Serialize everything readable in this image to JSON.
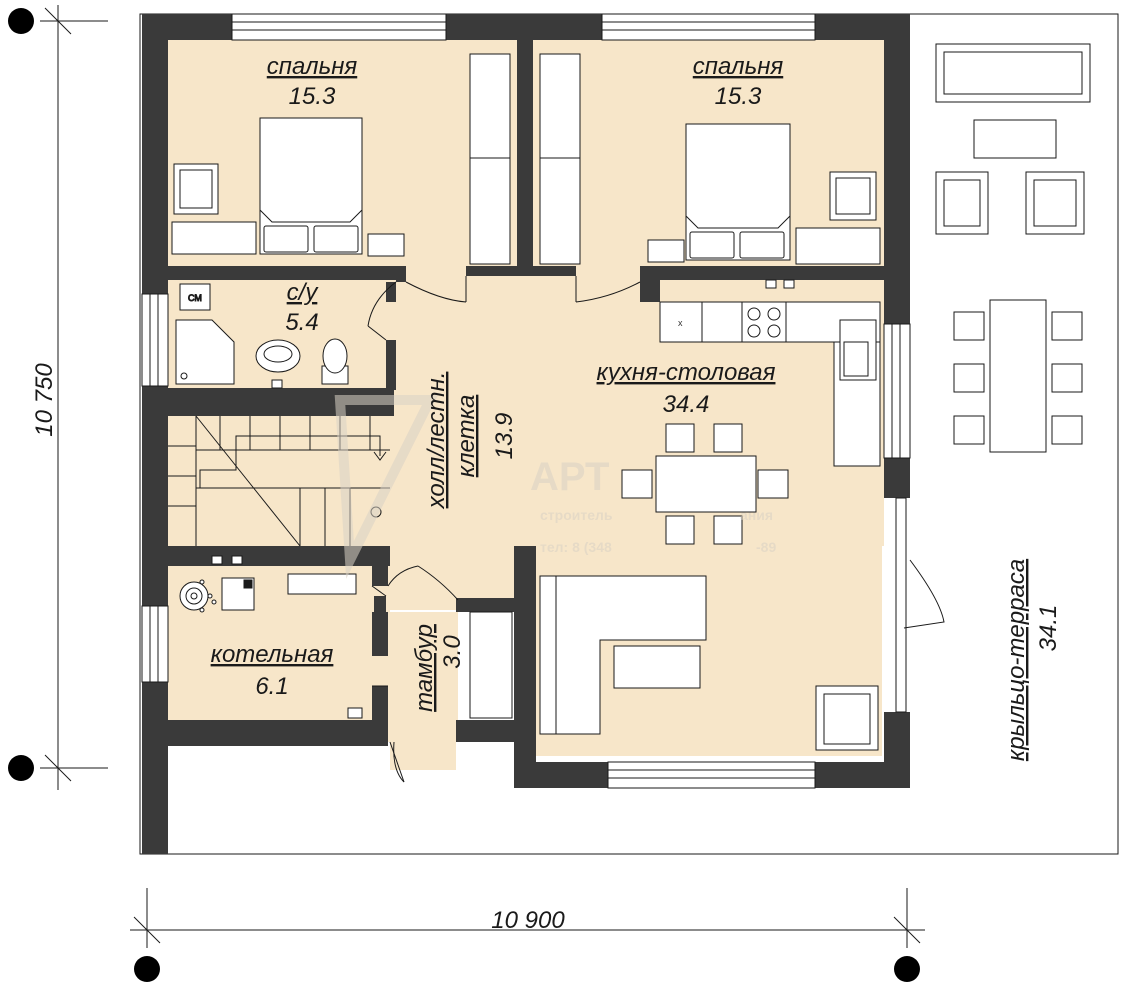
{
  "colors": {
    "wall": "#3a3a3a",
    "floor": "#f7e6c9",
    "line": "#1a1a1a",
    "furniture_fill": "#ffffff",
    "terrace": "#ffffff"
  },
  "rooms": {
    "bedroom_left": {
      "name": "спальня",
      "area": "15.3"
    },
    "bedroom_right": {
      "name": "спальня",
      "area": "15.3"
    },
    "bathroom": {
      "name": "с/у",
      "area": "5.4"
    },
    "hall": {
      "name_line1": "холл/лестн.",
      "name_line2": "клетка",
      "area": "13.9"
    },
    "kitchen": {
      "name": "кухня-столовая",
      "area": "34.4"
    },
    "boiler": {
      "name": "котельная",
      "area": "6.1"
    },
    "vestibule": {
      "name": "тамбур",
      "area": "3.0"
    },
    "terrace": {
      "name": "крыльцо-терраса",
      "area": "34.1"
    }
  },
  "fixtures": {
    "washing_machine_label": "СМ"
  },
  "dimensions": {
    "width": "10 900",
    "height": "10 750"
  },
  "watermark": {
    "brand": "АРТ",
    "tagline": "строитель",
    "tagline2": "ания",
    "phone": "тел: 8 (348",
    "phone2": "-89"
  },
  "icons": [
    "dimension-dot-icon",
    "bed-icon",
    "armchair-icon",
    "toilet-icon",
    "sink-icon",
    "shower-icon",
    "stove-icon",
    "boiler-icon",
    "stairs-icon",
    "door-swing-icon",
    "window-icon"
  ]
}
